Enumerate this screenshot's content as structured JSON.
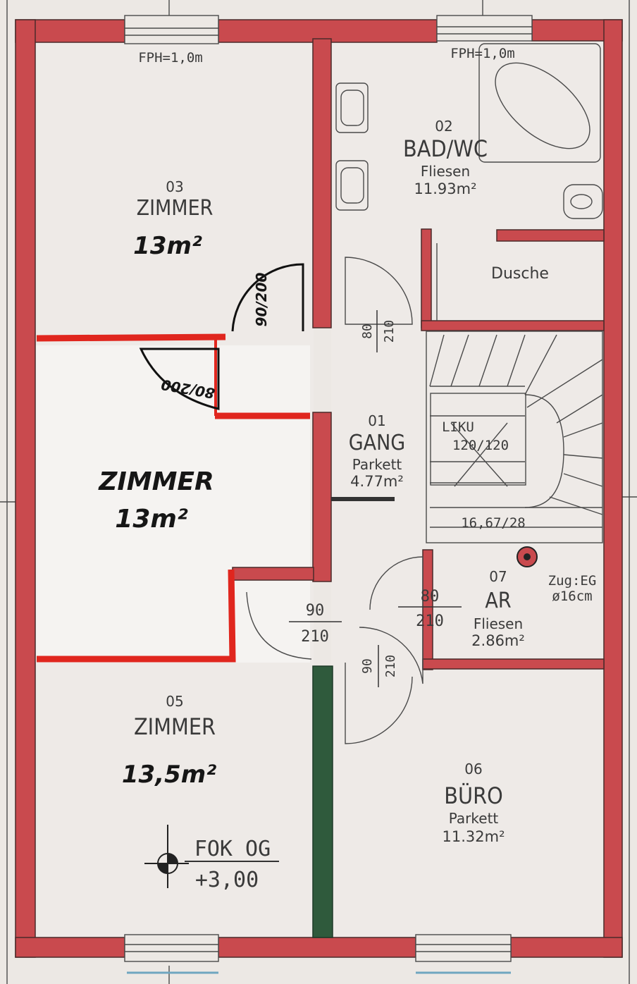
{
  "rooms": {
    "zimmer_top": {
      "number": "03",
      "name": "ZIMMER",
      "area": "13m²"
    },
    "bad": {
      "number": "02",
      "name": "BAD/WC",
      "floor": "Fliesen",
      "area": "11.93m²",
      "shower": "Dusche"
    },
    "zimmer_mid": {
      "name": "ZIMMER",
      "area": "13m²"
    },
    "gang": {
      "number": "01",
      "name": "GANG",
      "floor": "Parkett",
      "area": "4.77m²"
    },
    "ar": {
      "number": "07",
      "name": "AR",
      "floor": "Fliesen",
      "area": "2.86m²"
    },
    "zimmer_bottom": {
      "number": "05",
      "name": "ZIMMER",
      "area": "13,5m²"
    },
    "buero": {
      "number": "06",
      "name": "BÜRO",
      "floor": "Parkett",
      "area": "11.32m²"
    }
  },
  "annotations": {
    "fph_left": "FPH=1,0m",
    "fph_right": "FPH=1,0m",
    "lichte": "LIKU",
    "lichte_size": "120/120",
    "stair": "16,67/28",
    "zug_label": "Zug:EG",
    "zug_size": "ø16cm",
    "fok_label": "FOK OG",
    "fok_value": "+3,00"
  },
  "doors": {
    "d_top_hand": "90/200",
    "d_mid_hand": "80/200",
    "d_gang_top_w": "80",
    "d_gang_top_h": "210",
    "d_ar_w": "80",
    "d_ar_h": "210",
    "d_zim5_w": "90",
    "d_zim5_h": "210",
    "d_buero_w": "90",
    "d_buero_h": "210"
  },
  "colors": {
    "wall": "#c94a4e",
    "annotation_red": "#e0261e",
    "green_wall": "#2f5a3c",
    "paper": "#ece8e4"
  }
}
